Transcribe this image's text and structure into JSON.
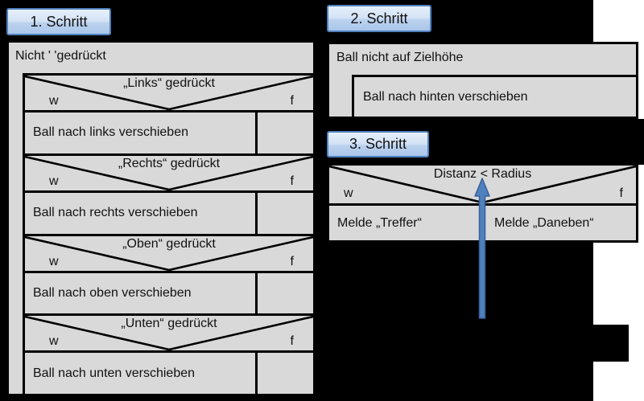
{
  "colors": {
    "background": "#ffffff",
    "slide": "#000000",
    "box_fill": "#d9d9d9",
    "box_border": "#000000",
    "button_border": "#4f81bd",
    "button_fill_top": "#e7f0fb",
    "button_fill_bottom": "#aac6ea",
    "arrow_fill": "#4f81bd",
    "arrow_stroke": "#38609c",
    "text": "#111111"
  },
  "buttons": {
    "step1_label": "1. Schritt",
    "step2_label": "2. Schritt",
    "step3_label": "3. Schritt"
  },
  "step1": {
    "loop_condition": "Nicht ' 'gedrückt",
    "branches": [
      {
        "condition": "„Links“ gedrückt",
        "true_label": "w",
        "false_label": "f",
        "action": "Ball nach links verschieben"
      },
      {
        "condition": "„Rechts“ gedrückt",
        "true_label": "w",
        "false_label": "f",
        "action": "Ball nach rechts verschieben"
      },
      {
        "condition": "„Oben“ gedrückt",
        "true_label": "w",
        "false_label": "f",
        "action": "Ball nach oben verschieben"
      },
      {
        "condition": "„Unten“ gedrückt",
        "true_label": "w",
        "false_label": "f",
        "action": "Ball nach unten verschieben"
      }
    ]
  },
  "step2": {
    "loop_condition": "Ball nicht auf Zielhöhe",
    "action": "Ball nach hinten verschieben"
  },
  "step3": {
    "condition": "Distanz < Radius",
    "true_label": "w",
    "false_label": "f",
    "true_action": "Melde „Treffer“",
    "false_action": "Melde „Daneben“"
  }
}
